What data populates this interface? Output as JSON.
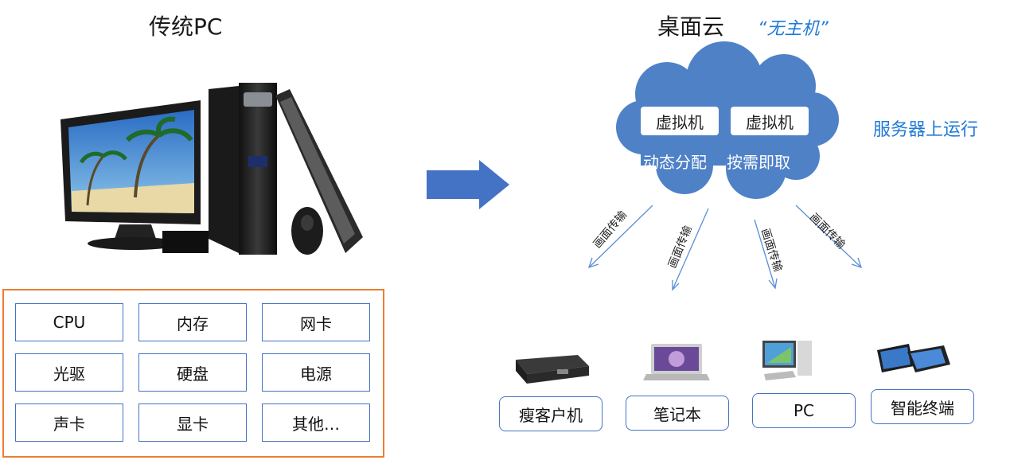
{
  "left": {
    "title": "传统PC",
    "components": [
      "CPU",
      "内存",
      "网卡",
      "光驱",
      "硬盘",
      "电源",
      "声卡",
      "显卡",
      "其他…"
    ]
  },
  "right": {
    "title": "桌面云",
    "subtitle": "“无主机”",
    "cloud": {
      "vm_labels": [
        "虚拟机",
        "虚拟机"
      ],
      "captions": [
        "动态分配",
        "按需即取"
      ]
    },
    "side_note": "服务器上运行",
    "transfer_label": "画面传输",
    "devices": [
      "瘦客户机",
      "笔记本",
      "PC",
      "智能终端"
    ]
  },
  "colors": {
    "accent_blue": "#4472c4",
    "cloud_fill": "#4f81c7",
    "highlight_blue": "#1f7ad6",
    "panel_border": "#ed7d31"
  }
}
